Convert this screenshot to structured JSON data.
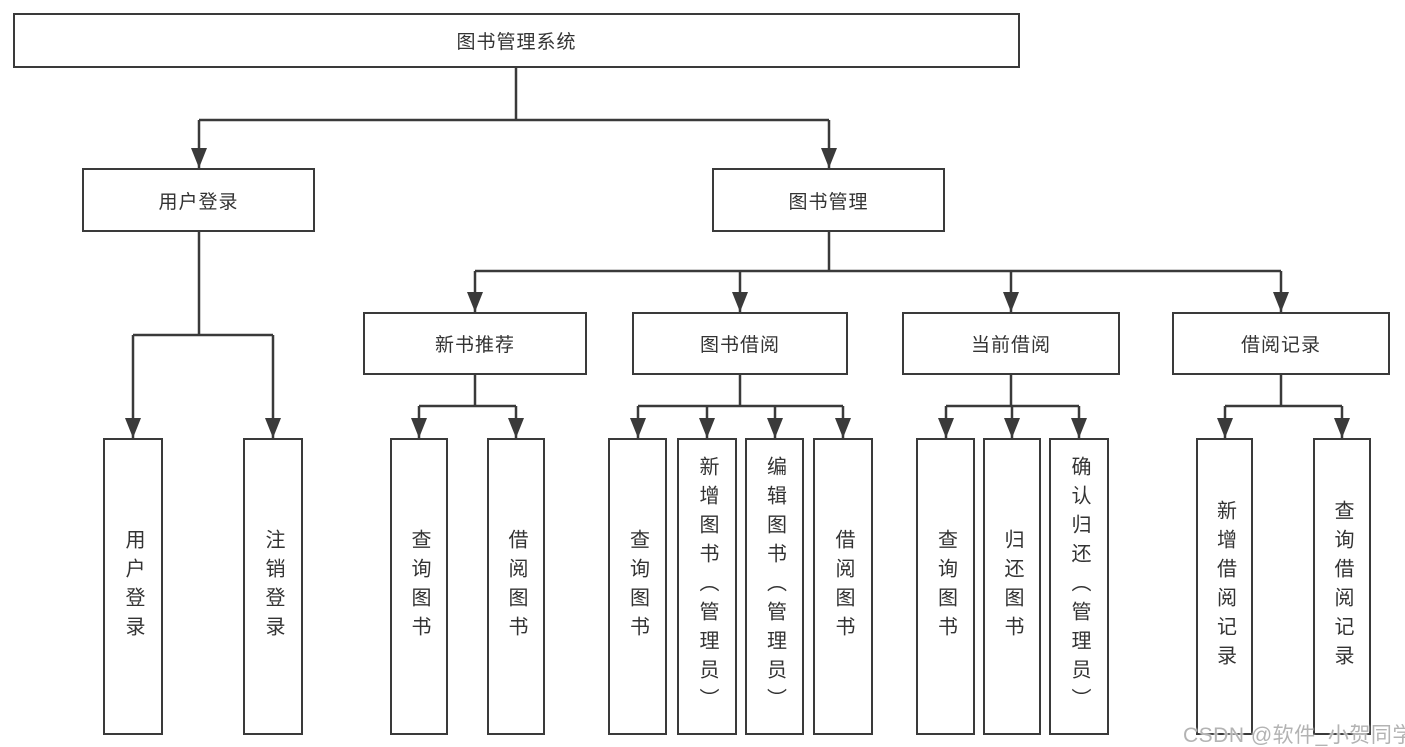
{
  "colors": {
    "line": "#3a3a3a",
    "box_border": "#3a3a3a",
    "text": "#333333",
    "background": "#ffffff",
    "watermark": "#b3b3b3"
  },
  "diagram": {
    "root": {
      "label": "图书管理系统"
    },
    "branches": [
      {
        "label": "用户登录",
        "children": [
          "用户登录",
          "注销登录"
        ]
      },
      {
        "label": "图书管理",
        "sections": [
          {
            "label": "新书推荐",
            "children": [
              "查询图书",
              "借阅图书"
            ]
          },
          {
            "label": "图书借阅",
            "children": [
              "查询图书",
              "新增图书（管理员）",
              "编辑图书（管理员）",
              "借阅图书"
            ]
          },
          {
            "label": "当前借阅",
            "children": [
              "查询图书",
              "归还图书",
              "确认归还（管理员）"
            ]
          },
          {
            "label": "借阅记录",
            "children": [
              "新增借阅记录",
              "查询借阅记录"
            ]
          }
        ]
      }
    ]
  },
  "watermark": {
    "text": "CSDN @软件_小贺同学"
  }
}
